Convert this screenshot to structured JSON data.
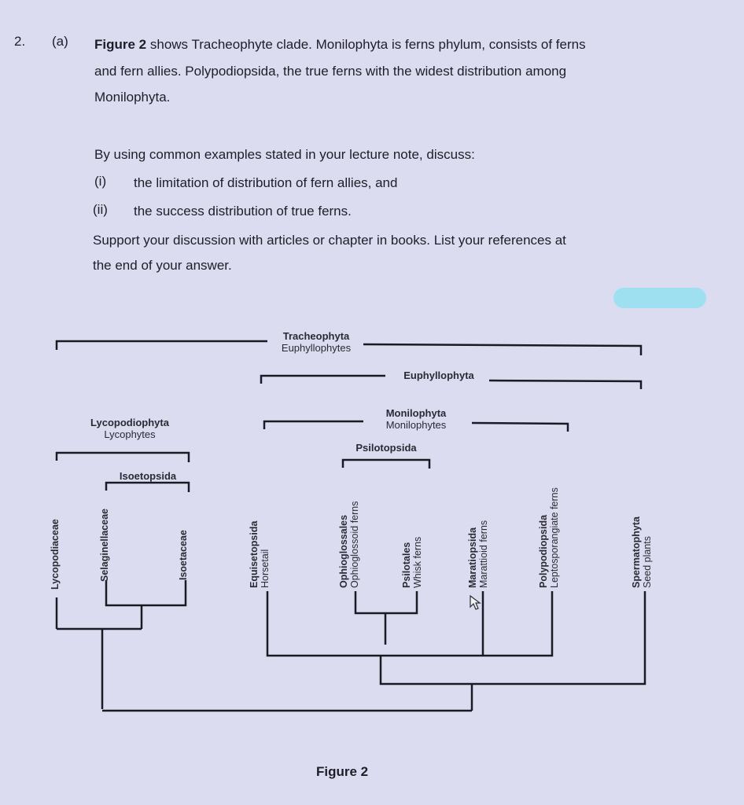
{
  "question": {
    "number": "2.",
    "part": "(a)",
    "intro_bold": "Figure 2",
    "intro_line1": "shows Tracheophyte clade. Monilophyta is ferns phylum, consists of ferns",
    "intro_line2": "and fern allies. Polypodiopsida, the true ferns with the widest distribution among",
    "intro_line3": "Monilophyta.",
    "instruction": "By using common examples stated in your lecture note, discuss:",
    "items": [
      {
        "num": "(i)",
        "text": "the limitation of distribution of fern allies, and"
      },
      {
        "num": "(ii)",
        "text": "the success distribution of true ferns."
      }
    ],
    "support_line1": "Support your discussion with articles or chapter in books. List your references at",
    "support_line2": "the end of your answer."
  },
  "figure": {
    "caption": "Figure 2",
    "clades": {
      "tracheophyta": "Tracheophyta",
      "euphyllophytes": "Euphyllophytes",
      "euphyllophyta": "Euphyllophyta",
      "monilophyta": "Monilophyta",
      "monilophytes": "Monilophytes",
      "psilotopsida": "Psilotopsida",
      "lycopodiophyta": "Lycopodiophyta",
      "lycophytes": "Lycophytes",
      "isoetopsida": "Isoetopsida"
    },
    "taxa": [
      {
        "name": "Lycopodiaceae",
        "common": ""
      },
      {
        "name": "Selaginellaceae",
        "common": ""
      },
      {
        "name": "Isoetaceae",
        "common": ""
      },
      {
        "name": "Equisetopsida",
        "common": "Horsetail"
      },
      {
        "name": "Ophioglossales",
        "common": "Ophioglossoid ferns"
      },
      {
        "name": "Psilotales",
        "common": "Whisk ferns"
      },
      {
        "name": "Maratiopsida",
        "common": "Marattioid ferns"
      },
      {
        "name": "Polypodiopsida",
        "common": "Leptosporangiate ferns"
      },
      {
        "name": "Spermatophyta",
        "common": "Seed plants"
      }
    ]
  }
}
